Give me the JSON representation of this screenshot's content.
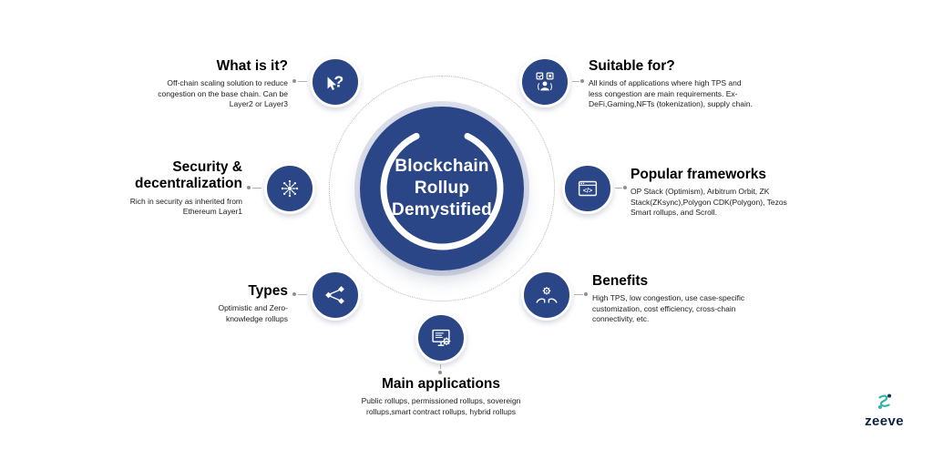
{
  "center": {
    "title": "Blockchain Rollup Demystified"
  },
  "nodes": [
    {
      "id": "what-is-it",
      "title": "What is it?",
      "desc": "Off-chain scaling solution to reduce congestion on the base chain. Can be Layer2 or Layer3",
      "icon": "cursor-question-icon"
    },
    {
      "id": "security-decentralization",
      "title": "Security & decentralization",
      "desc": "Rich in security as inherited from Ethereum Layer1",
      "icon": "decentralized-network-icon"
    },
    {
      "id": "types",
      "title": "Types",
      "desc": "Optimistic and Zero-knowledge rollups",
      "icon": "branch-nodes-icon"
    },
    {
      "id": "main-applications",
      "title": "Main applications",
      "desc": "Public rollups, permissioned rollups, sovereign rollups,smart contract rollups, hybrid rollups",
      "icon": "monitor-gear-icon"
    },
    {
      "id": "benefits",
      "title": "Benefits",
      "desc": "High TPS, low congestion, use case-specific customization, cost efficiency, cross-chain connectivity, etc.",
      "icon": "hands-gear-icon"
    },
    {
      "id": "popular-frameworks",
      "title": "Popular frameworks",
      "desc": "OP Stack (Optimism), Arbitrum Orbit, ZK Stack(ZKsync),Polygon CDK(Polygon), Tezos Smart rollups, and Scroll.",
      "icon": "code-window-icon"
    },
    {
      "id": "suitable-for",
      "title": "Suitable for?",
      "desc": "All kinds of applications where high TPS and less congestion are main requirements. Ex- DeFi,Gaming,NFTs (tokenization), supply chain.",
      "icon": "users-check-icon"
    }
  ],
  "brand": {
    "name": "zeeve"
  },
  "colors": {
    "primary": "#2a4687",
    "teal": "#2fb5a3",
    "heading": "#000000",
    "body_text": "#1c1c1c"
  }
}
